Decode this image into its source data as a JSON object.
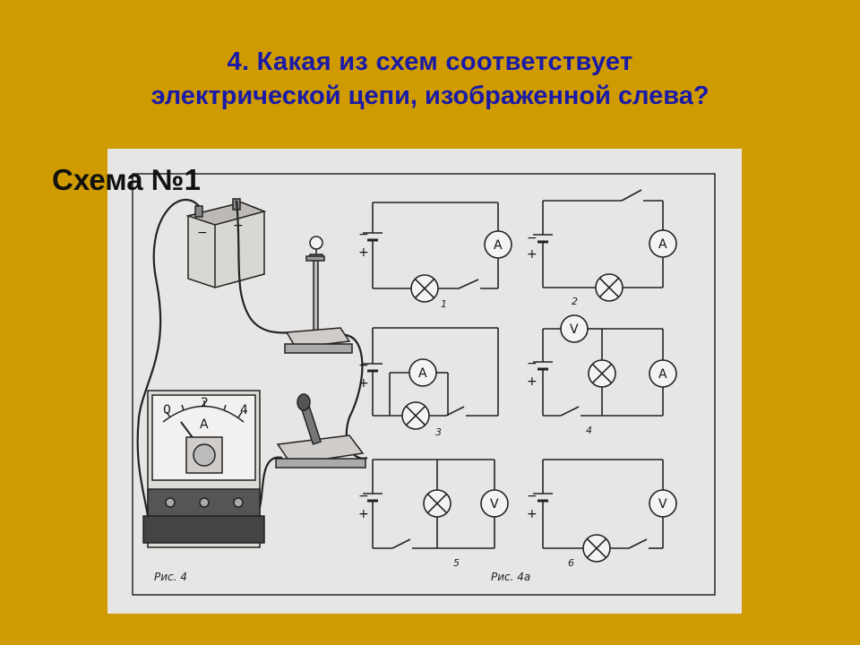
{
  "question": {
    "line1": "4. Какая из схем соответствует",
    "line2": "электрической  цепи, изображенной слева?"
  },
  "answer_label": "Схема №1",
  "figure": {
    "caption_left": "Рис. 4",
    "caption_right": "Рис. 4а",
    "meter_scale": [
      "0",
      "2",
      "4"
    ],
    "meter_unit": "A",
    "schemes": [
      {
        "number": "1",
        "elements": [
          "battery",
          "ammeter",
          "lamp",
          "switch"
        ]
      },
      {
        "number": "2",
        "elements": [
          "battery",
          "ammeter",
          "lamp",
          "switch"
        ]
      },
      {
        "number": "3",
        "elements": [
          "battery",
          "ammeter",
          "lamp",
          "switch"
        ]
      },
      {
        "number": "4",
        "elements": [
          "battery",
          "voltmeter",
          "lamp",
          "ammeter",
          "switch"
        ]
      },
      {
        "number": "5",
        "elements": [
          "battery",
          "lamp",
          "voltmeter",
          "switch"
        ]
      },
      {
        "number": "6",
        "elements": [
          "battery",
          "voltmeter",
          "lamp",
          "switch"
        ]
      }
    ],
    "symbols": {
      "ammeter": "A",
      "voltmeter": "V",
      "minus": "−",
      "plus": "+"
    }
  }
}
